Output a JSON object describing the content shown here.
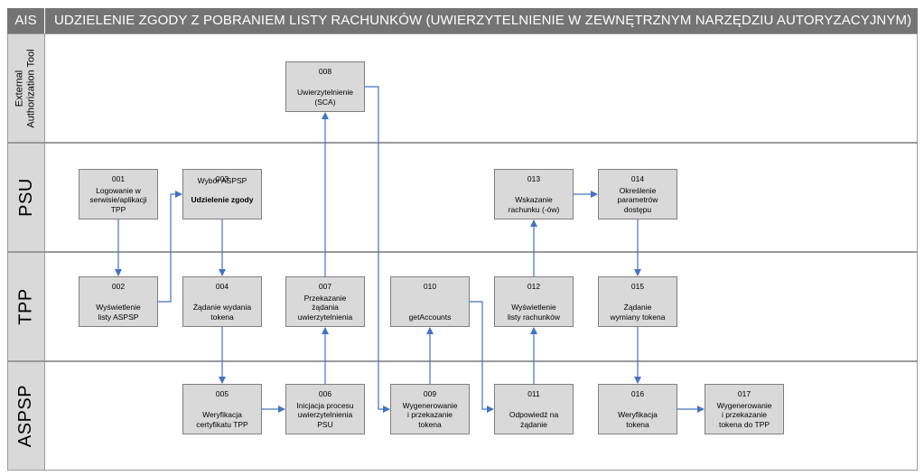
{
  "header": {
    "left_label": "AIS",
    "title": "UDZIELENIE ZGODY Z POBRANIEM LISTY RACHUNKÓW (UWIERZYTELNIENIE W ZEWNĘTRZNYM NARZĘDZIU AUTORYZACYJNYM)"
  },
  "lanes": {
    "eat": "External\nAuthorization Tool",
    "psu": "PSU",
    "tpp": "TPP",
    "aspsp": "ASPSP"
  },
  "steps": {
    "s001": {
      "num": "001",
      "text": "Logowanie w\nserwisie/aplikacji\nTPP"
    },
    "s002": {
      "num": "002",
      "text": "Wyświetlenie\nlisty ASPSP"
    },
    "s003": {
      "num": "003",
      "text": "Wybór ASPSP",
      "bold": "Udzielenie zgody"
    },
    "s004": {
      "num": "004",
      "text": "Żądanie wydania\ntokena"
    },
    "s005": {
      "num": "005",
      "text": "Weryfikacja\ncertyfikatu TPP"
    },
    "s006": {
      "num": "006",
      "text": "Inicjacja procesu\nuwierzytelnienia\nPSU"
    },
    "s007": {
      "num": "007",
      "text": "Przekazanie\nżądania\nuwierzytelnienia"
    },
    "s008": {
      "num": "008",
      "text": "Uwierzytelnienie\n(SCA)"
    },
    "s009": {
      "num": "009",
      "text": "Wygenerowanie\ni przekazanie\ntokena"
    },
    "s010": {
      "num": "010",
      "text": "getAccounts"
    },
    "s011": {
      "num": "011",
      "text": "Odpowiedź na\nżądanie"
    },
    "s012": {
      "num": "012",
      "text": "Wyświetlenie\nlisty rachunków"
    },
    "s013": {
      "num": "013",
      "text": "Wskazanie\nrachunku (-ów)"
    },
    "s014": {
      "num": "014",
      "text": "Określenie\nparametrów\ndostępu"
    },
    "s015": {
      "num": "015",
      "text": "Żądanie\nwymiany tokena"
    },
    "s016": {
      "num": "016",
      "text": "Weryfikacja\ntokena"
    },
    "s017": {
      "num": "017",
      "text": "Wygenerowanie\ni przekazanie\ntokena do TPP"
    }
  },
  "colors": {
    "header": "#747474",
    "lane_label": "#d9d9d9",
    "box_fill": "#d9d9d9",
    "box_border": "#7f7f7f",
    "arrow": "#4472c4"
  }
}
